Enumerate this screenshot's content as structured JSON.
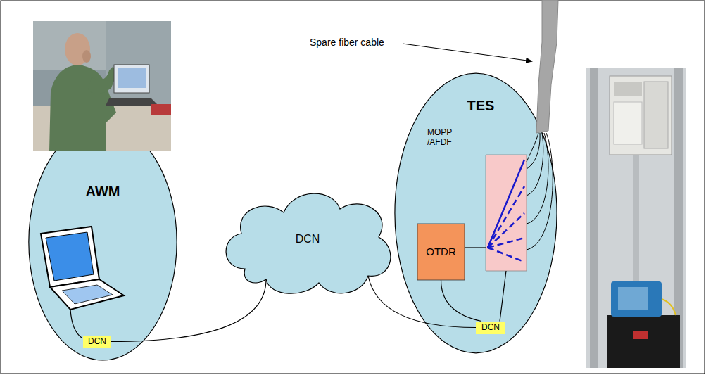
{
  "diagram": {
    "nodes": [
      {
        "text": [
          "AWM"
        ]
      },
      {
        "text": [
          "DCN"
        ],
        "in": 0
      },
      {
        "text": [
          "DCN"
        ]
      },
      {
        "text": [
          "TES"
        ]
      },
      {
        "text": [
          "MOPP /AFDF"
        ],
        "in": 3
      },
      {
        "text": [
          "OTDR"
        ],
        "in": 3
      },
      {
        "text": [
          "DCN"
        ],
        "in": 3
      }
    ],
    "edges": [
      {
        "from": 1,
        "to": 2,
        "arrow": "none"
      },
      {
        "from": 2,
        "to": 6,
        "arrow": "none"
      },
      {
        "from": 5,
        "to": 6,
        "arrow": "none"
      },
      {
        "from": 5,
        "to": 4,
        "arrow": "none"
      },
      {
        "from": 4,
        "to": 6,
        "arrow": "none"
      }
    ],
    "labels": [
      "Spare fiber cable"
    ]
  }
}
